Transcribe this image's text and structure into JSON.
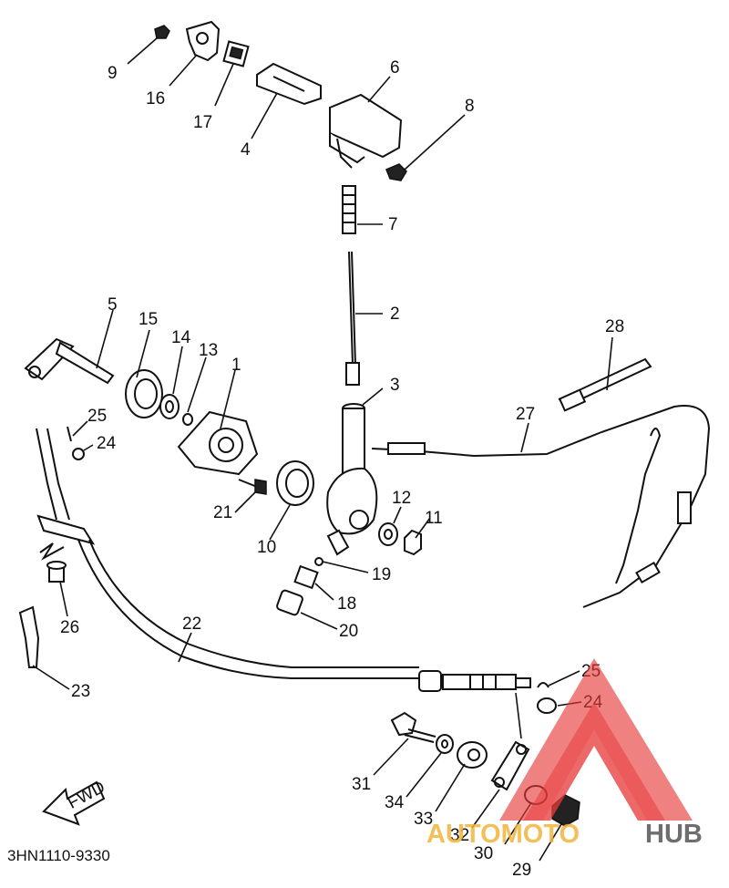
{
  "diagram": {
    "drawing_code": "3HN1110-9330",
    "fwd_arrow_text": "FWD",
    "labels": [
      {
        "id": "9",
        "text": "9"
      },
      {
        "id": "16",
        "text": "16"
      },
      {
        "id": "17",
        "text": "17"
      },
      {
        "id": "4",
        "text": "4"
      },
      {
        "id": "6",
        "text": "6"
      },
      {
        "id": "8",
        "text": "8"
      },
      {
        "id": "7",
        "text": "7"
      },
      {
        "id": "2",
        "text": "2"
      },
      {
        "id": "3",
        "text": "3"
      },
      {
        "id": "5",
        "text": "5"
      },
      {
        "id": "15",
        "text": "15"
      },
      {
        "id": "14",
        "text": "14"
      },
      {
        "id": "13",
        "text": "13"
      },
      {
        "id": "1",
        "text": "1"
      },
      {
        "id": "25a",
        "text": "25"
      },
      {
        "id": "24a",
        "text": "24"
      },
      {
        "id": "21",
        "text": "21"
      },
      {
        "id": "10",
        "text": "10"
      },
      {
        "id": "12",
        "text": "12"
      },
      {
        "id": "11",
        "text": "11"
      },
      {
        "id": "19",
        "text": "19"
      },
      {
        "id": "18",
        "text": "18"
      },
      {
        "id": "20",
        "text": "20"
      },
      {
        "id": "28",
        "text": "28"
      },
      {
        "id": "27",
        "text": "27"
      },
      {
        "id": "26",
        "text": "26"
      },
      {
        "id": "22",
        "text": "22"
      },
      {
        "id": "23",
        "text": "23"
      },
      {
        "id": "25b",
        "text": "25"
      },
      {
        "id": "24b",
        "text": "24"
      },
      {
        "id": "31",
        "text": "31"
      },
      {
        "id": "34",
        "text": "34"
      },
      {
        "id": "33",
        "text": "33"
      },
      {
        "id": "32",
        "text": "32"
      },
      {
        "id": "30",
        "text": "30"
      },
      {
        "id": "29",
        "text": "29"
      }
    ]
  },
  "watermark": {
    "part1": "AUTOMOTO",
    "part2": "HUB",
    "color_primary": "#e83a3a",
    "color_accent": "#f2b53c",
    "color_dark": "#555555"
  }
}
